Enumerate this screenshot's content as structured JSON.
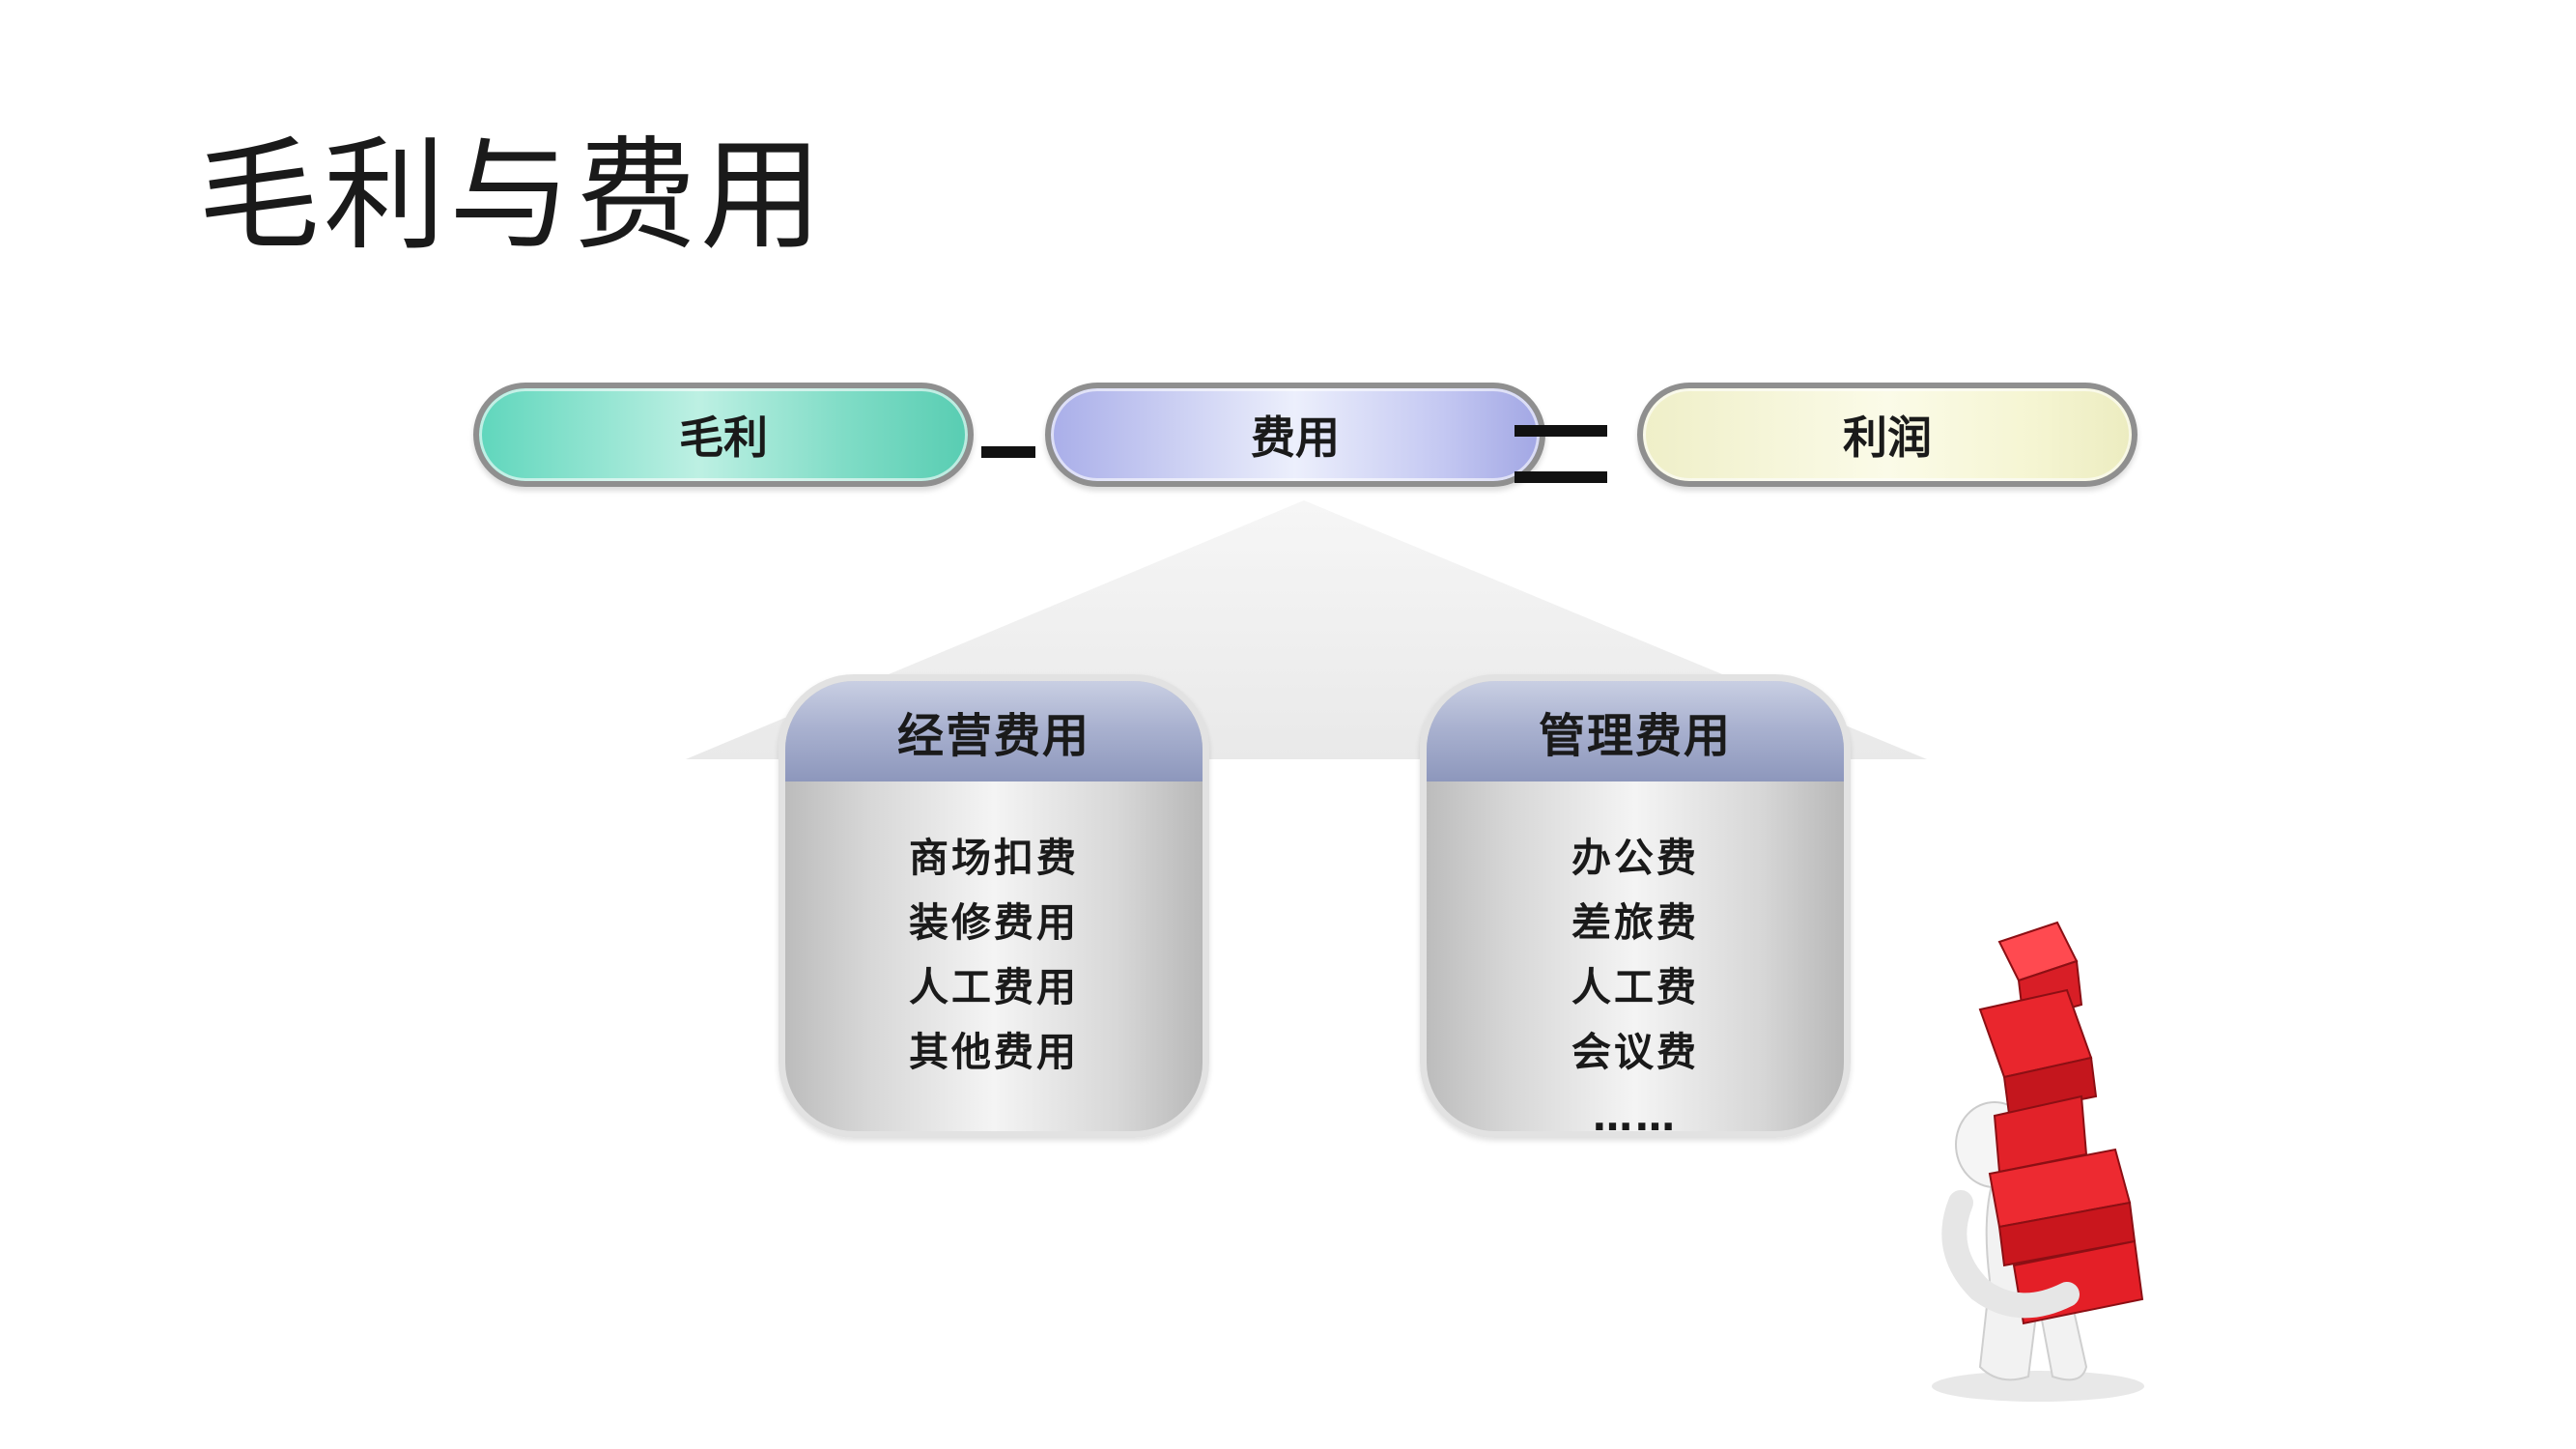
{
  "title": "毛利与费用",
  "equation": {
    "gross_profit": "毛利",
    "expense": "费用",
    "profit": "利润"
  },
  "categories": [
    {
      "heading": "经营费用",
      "items": [
        "商场扣费",
        "装修费用",
        "人工费用",
        "其他费用"
      ]
    },
    {
      "heading": "管理费用",
      "items": [
        "办公费",
        "差旅费",
        "人工费",
        "会议费",
        "……"
      ]
    }
  ],
  "colors": {
    "gross_profit": "#5fd6bc",
    "expense": "#a9aee9",
    "profit": "#efefc8",
    "card_head": "#8d97bc",
    "boxes": "#e0252c"
  },
  "icons": [
    "person-carrying-boxes-icon"
  ]
}
